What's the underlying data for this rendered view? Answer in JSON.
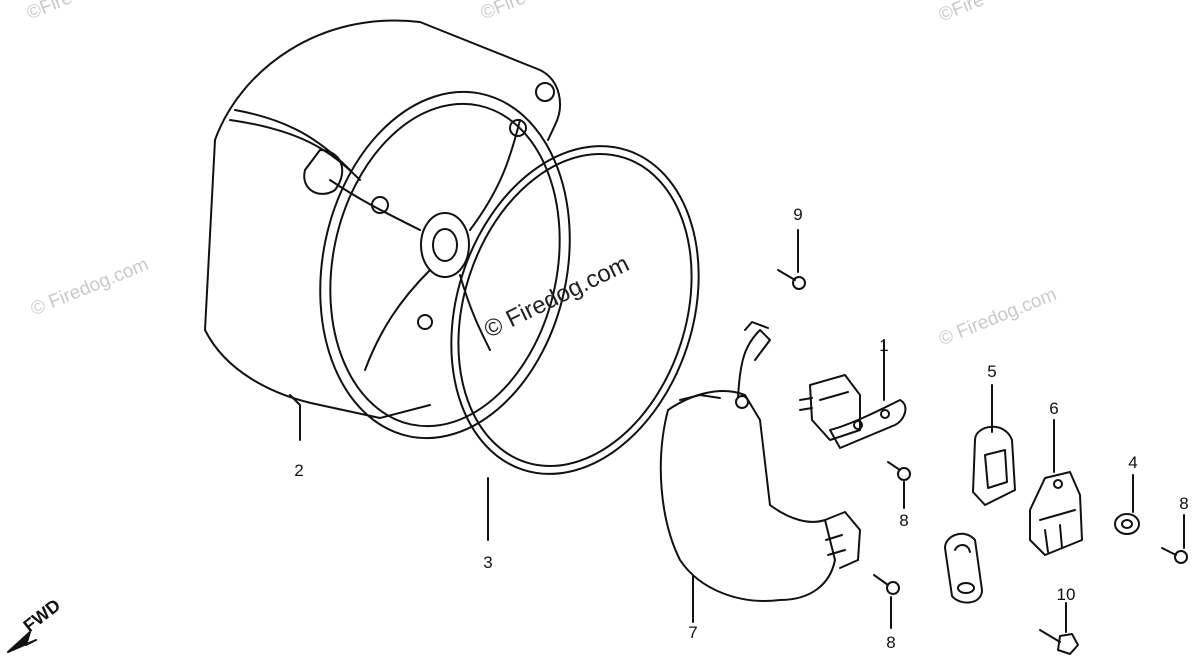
{
  "watermarks": {
    "text": "© Firedog.com",
    "top_left": "©Fire",
    "top_mid": "©Fire",
    "top_right": "©Fire",
    "left": "© Firedog.com",
    "center": "© Firedog.com",
    "right": "© Firedog.com"
  },
  "callouts": {
    "c1": "1",
    "c2": "2",
    "c3": "3",
    "c4": "4",
    "c5": "5",
    "c6": "6",
    "c7": "7",
    "c8a": "8",
    "c8b": "8",
    "c8c": "8",
    "c9": "9",
    "c10": "10"
  },
  "fwd_label": "FWD",
  "colors": {
    "line": "#111111",
    "watermark": "#c9c9c9"
  }
}
